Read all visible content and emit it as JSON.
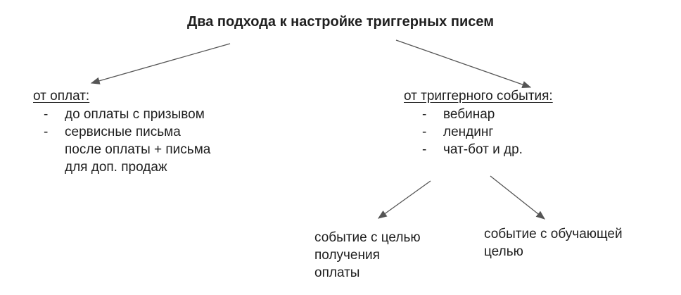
{
  "title": "Два подхода к настройке триггерных писем",
  "left": {
    "header": "от оплат:",
    "items": [
      {
        "lines": [
          "до оплаты с призывом"
        ]
      },
      {
        "lines": [
          "сервисные письма",
          "после оплаты + письма",
          "для доп. продаж"
        ]
      }
    ]
  },
  "right": {
    "header": "от триггерного события:",
    "items": [
      {
        "lines": [
          "вебинар"
        ]
      },
      {
        "lines": [
          "лендинг"
        ]
      },
      {
        "lines": [
          "чат-бот и др."
        ]
      }
    ],
    "outcomes": [
      {
        "lines": [
          "событие с целью",
          "получения",
          "оплаты"
        ]
      },
      {
        "lines": [
          "событие с обучающей",
          "целью"
        ]
      }
    ]
  },
  "dash": "-",
  "colors": {
    "text": "#1f1f1f",
    "arrow": "#555555"
  }
}
